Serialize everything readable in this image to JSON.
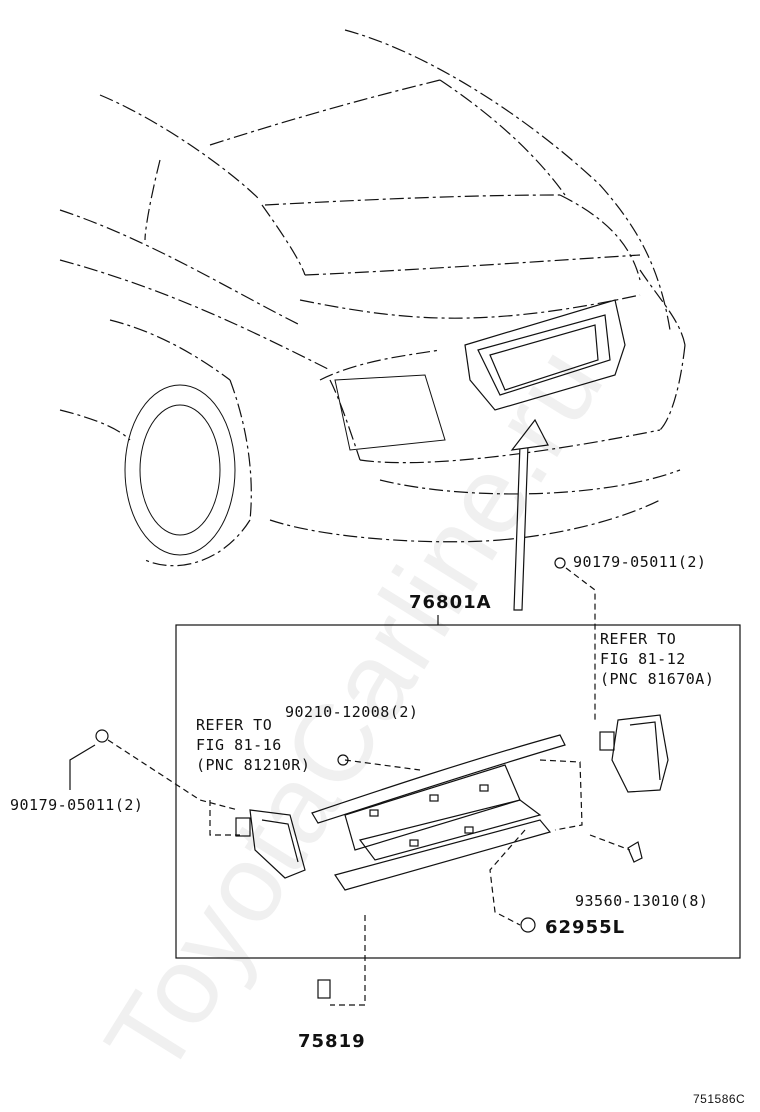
{
  "diagram_id": "751586C",
  "watermark": "ToyotaCarline.ru",
  "assembly_label": "76801A",
  "parts": {
    "nut_top_right": "90179-05011(2)",
    "nut_left": "90179-05011(2)",
    "screw_center": "90210-12008(2)",
    "screw_right": "93560-13010(8)",
    "clip": "62955L",
    "bracket": "75819"
  },
  "refs": {
    "right_lamp": [
      "REFER TO",
      "FIG 81-12",
      "(PNC 81670A)"
    ],
    "left_lamp": [
      "REFER TO",
      "FIG 81-16",
      "(PNC 81210R)"
    ]
  }
}
